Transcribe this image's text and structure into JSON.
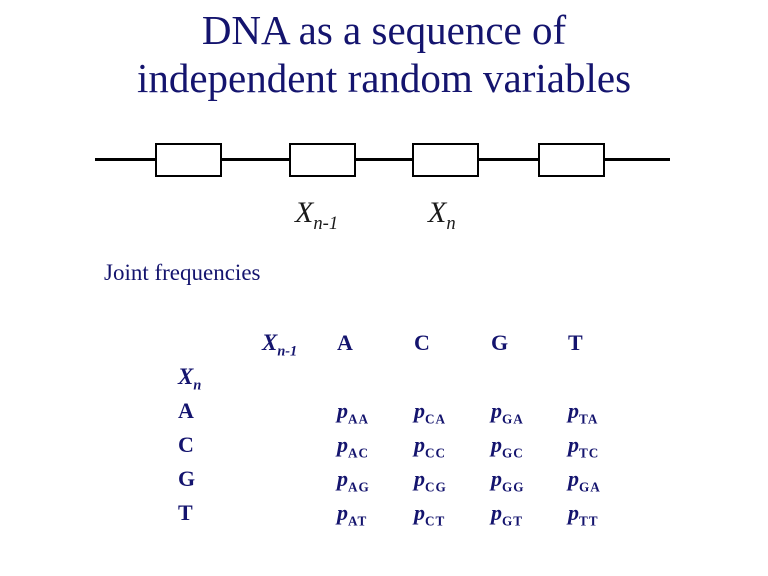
{
  "title": {
    "line1": "DNA as a sequence of",
    "line2": "independent random variables"
  },
  "section": {
    "joint_frequencies": "Joint frequencies"
  },
  "diagram": {
    "labels": {
      "xn1": {
        "base": "X",
        "sub": "n-1"
      },
      "xn": {
        "base": "X",
        "sub": "n"
      }
    }
  },
  "table": {
    "corner": {
      "base": "X",
      "sub": "n-1"
    },
    "row_axis": {
      "base": "X",
      "sub": "n"
    },
    "col_headers": [
      "A",
      "C",
      "G",
      "T"
    ],
    "rows": [
      {
        "label": "A",
        "cells": [
          {
            "base": "p",
            "sub": "AA"
          },
          {
            "base": "p",
            "sub": "CA"
          },
          {
            "base": "p",
            "sub": "GA"
          },
          {
            "base": "p",
            "sub": "TA"
          }
        ]
      },
      {
        "label": "C",
        "cells": [
          {
            "base": "p",
            "sub": "AC"
          },
          {
            "base": "p",
            "sub": "CC"
          },
          {
            "base": "p",
            "sub": "GC"
          },
          {
            "base": "p",
            "sub": "TC"
          }
        ]
      },
      {
        "label": "G",
        "cells": [
          {
            "base": "p",
            "sub": "AG"
          },
          {
            "base": "p",
            "sub": "CG"
          },
          {
            "base": "p",
            "sub": "GG"
          },
          {
            "base": "p",
            "sub": "GA"
          }
        ]
      },
      {
        "label": "T",
        "cells": [
          {
            "base": "p",
            "sub": "AT"
          },
          {
            "base": "p",
            "sub": "CT"
          },
          {
            "base": "p",
            "sub": "GT"
          },
          {
            "base": "p",
            "sub": "TT"
          }
        ]
      }
    ]
  },
  "colors": {
    "navy": "#14146e",
    "line": "#000000",
    "background": "#ffffff"
  }
}
